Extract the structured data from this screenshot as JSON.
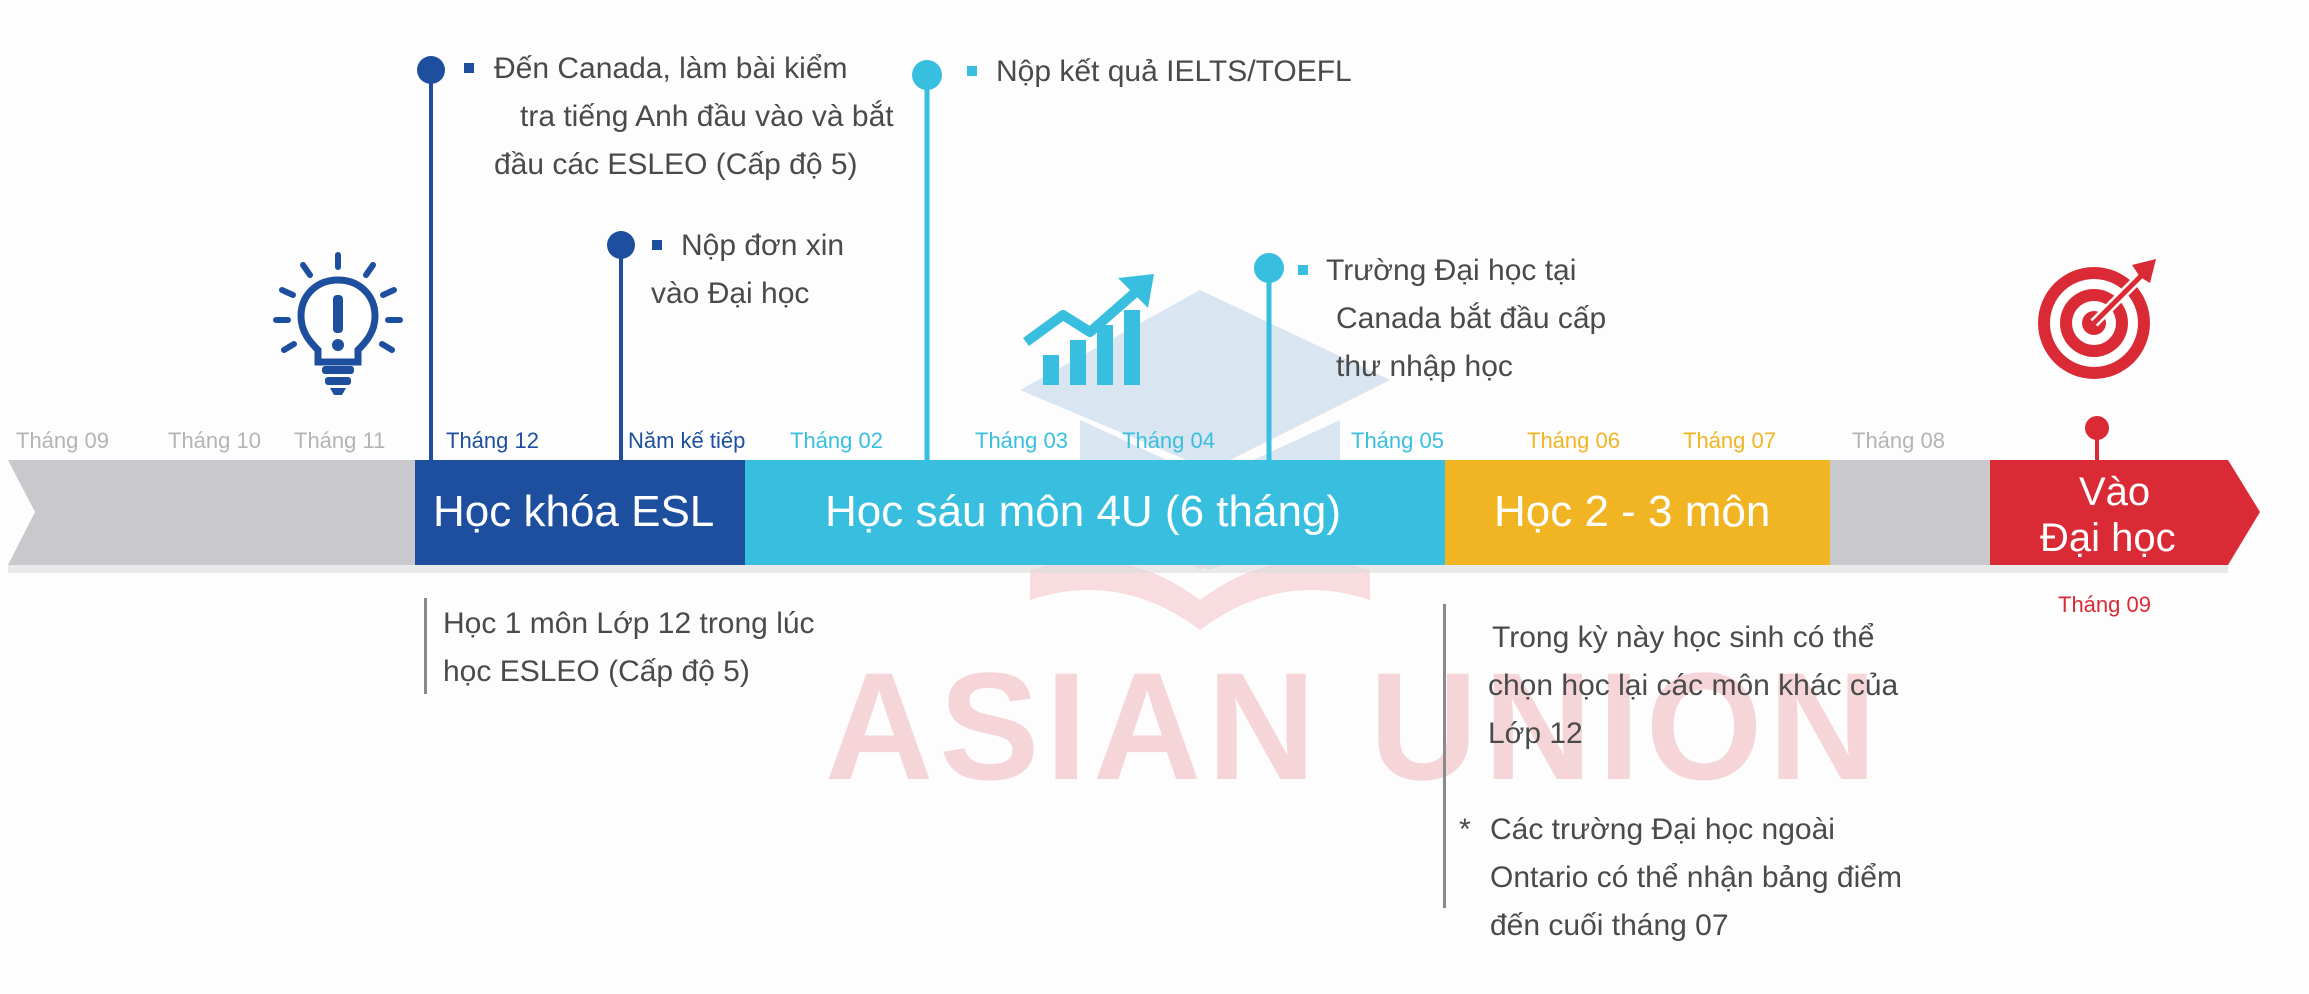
{
  "months": {
    "m09": "Tháng 09",
    "m10": "Tháng 10",
    "m11": "Tháng 11",
    "m12": "Tháng 12",
    "next_year": "Năm kế tiếp",
    "feb": "Tháng 02",
    "mar": "Tháng 03",
    "apr": "Tháng 04",
    "may": "Tháng 05",
    "jun": "Tháng 06",
    "jul": "Tháng 07",
    "aug": "Tháng 08",
    "end_sep": "Tháng 09"
  },
  "phases": {
    "esl": "Học khóa ESL",
    "four_u": "Học sáu môn 4U (6 tháng)",
    "two_three": "Học 2 - 3 môn",
    "university_line1": "Vào",
    "university_line2": "Đại học"
  },
  "milestones": {
    "arrive": [
      "Đến Canada, làm bài kiểm",
      "tra tiếng Anh đầu vào và bắt",
      "đầu các ESLEO (Cấp độ 5)"
    ],
    "apply": [
      "Nộp đơn xin",
      "vào Đại học"
    ],
    "ielts": [
      "Nộp kết quả IELTS/TOEFL"
    ],
    "offer": [
      "Trường Đại học tại",
      "Canada bắt đầu cấp",
      "thư nhập học"
    ]
  },
  "notes": {
    "esl_note": [
      "Học 1 môn Lớp 12 trong lúc",
      "học ESLEO (Cấp độ 5)"
    ],
    "term_note": [
      "Trong kỳ này học sinh có thể",
      "chọn học lại các môn khác của",
      "Lớp 12"
    ],
    "asterisk": "*",
    "footnote": [
      "Các trường Đại học ngoài",
      "Ontario có thể nhận bảng điểm",
      "đến cuối tháng 07"
    ]
  },
  "watermark": {
    "text": "ASIAN UNION"
  },
  "icons": {
    "start": "lightbulb-exclamation-icon",
    "growth": "rising-bar-chart-icon",
    "goal": "target-dart-icon"
  },
  "colors": {
    "gray": "#c9c9cd",
    "navy": "#1d4f9e",
    "cyan": "#38bfe0",
    "yellow": "#f1b523",
    "red": "#da2a35",
    "text": "#4a4a4a"
  }
}
